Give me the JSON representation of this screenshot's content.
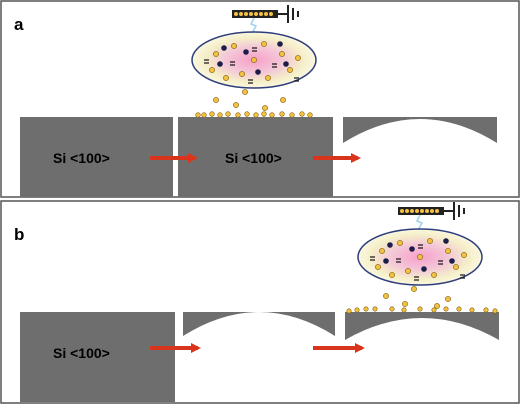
{
  "panels": [
    {
      "label": "a",
      "blocks": [
        "Si <100>",
        "Si <100>"
      ]
    },
    {
      "label": "b",
      "blocks": [
        "Si <100>"
      ]
    }
  ],
  "colors": {
    "silicon": "#6e6e6e",
    "arrow": "#d9341c",
    "particle": "#f5c142",
    "panel_border": "#555555"
  },
  "icons": [
    "plasma-cloud-icon",
    "electrode-icon",
    "ground-symbol-icon",
    "particle-icon",
    "arrow-icon"
  ]
}
